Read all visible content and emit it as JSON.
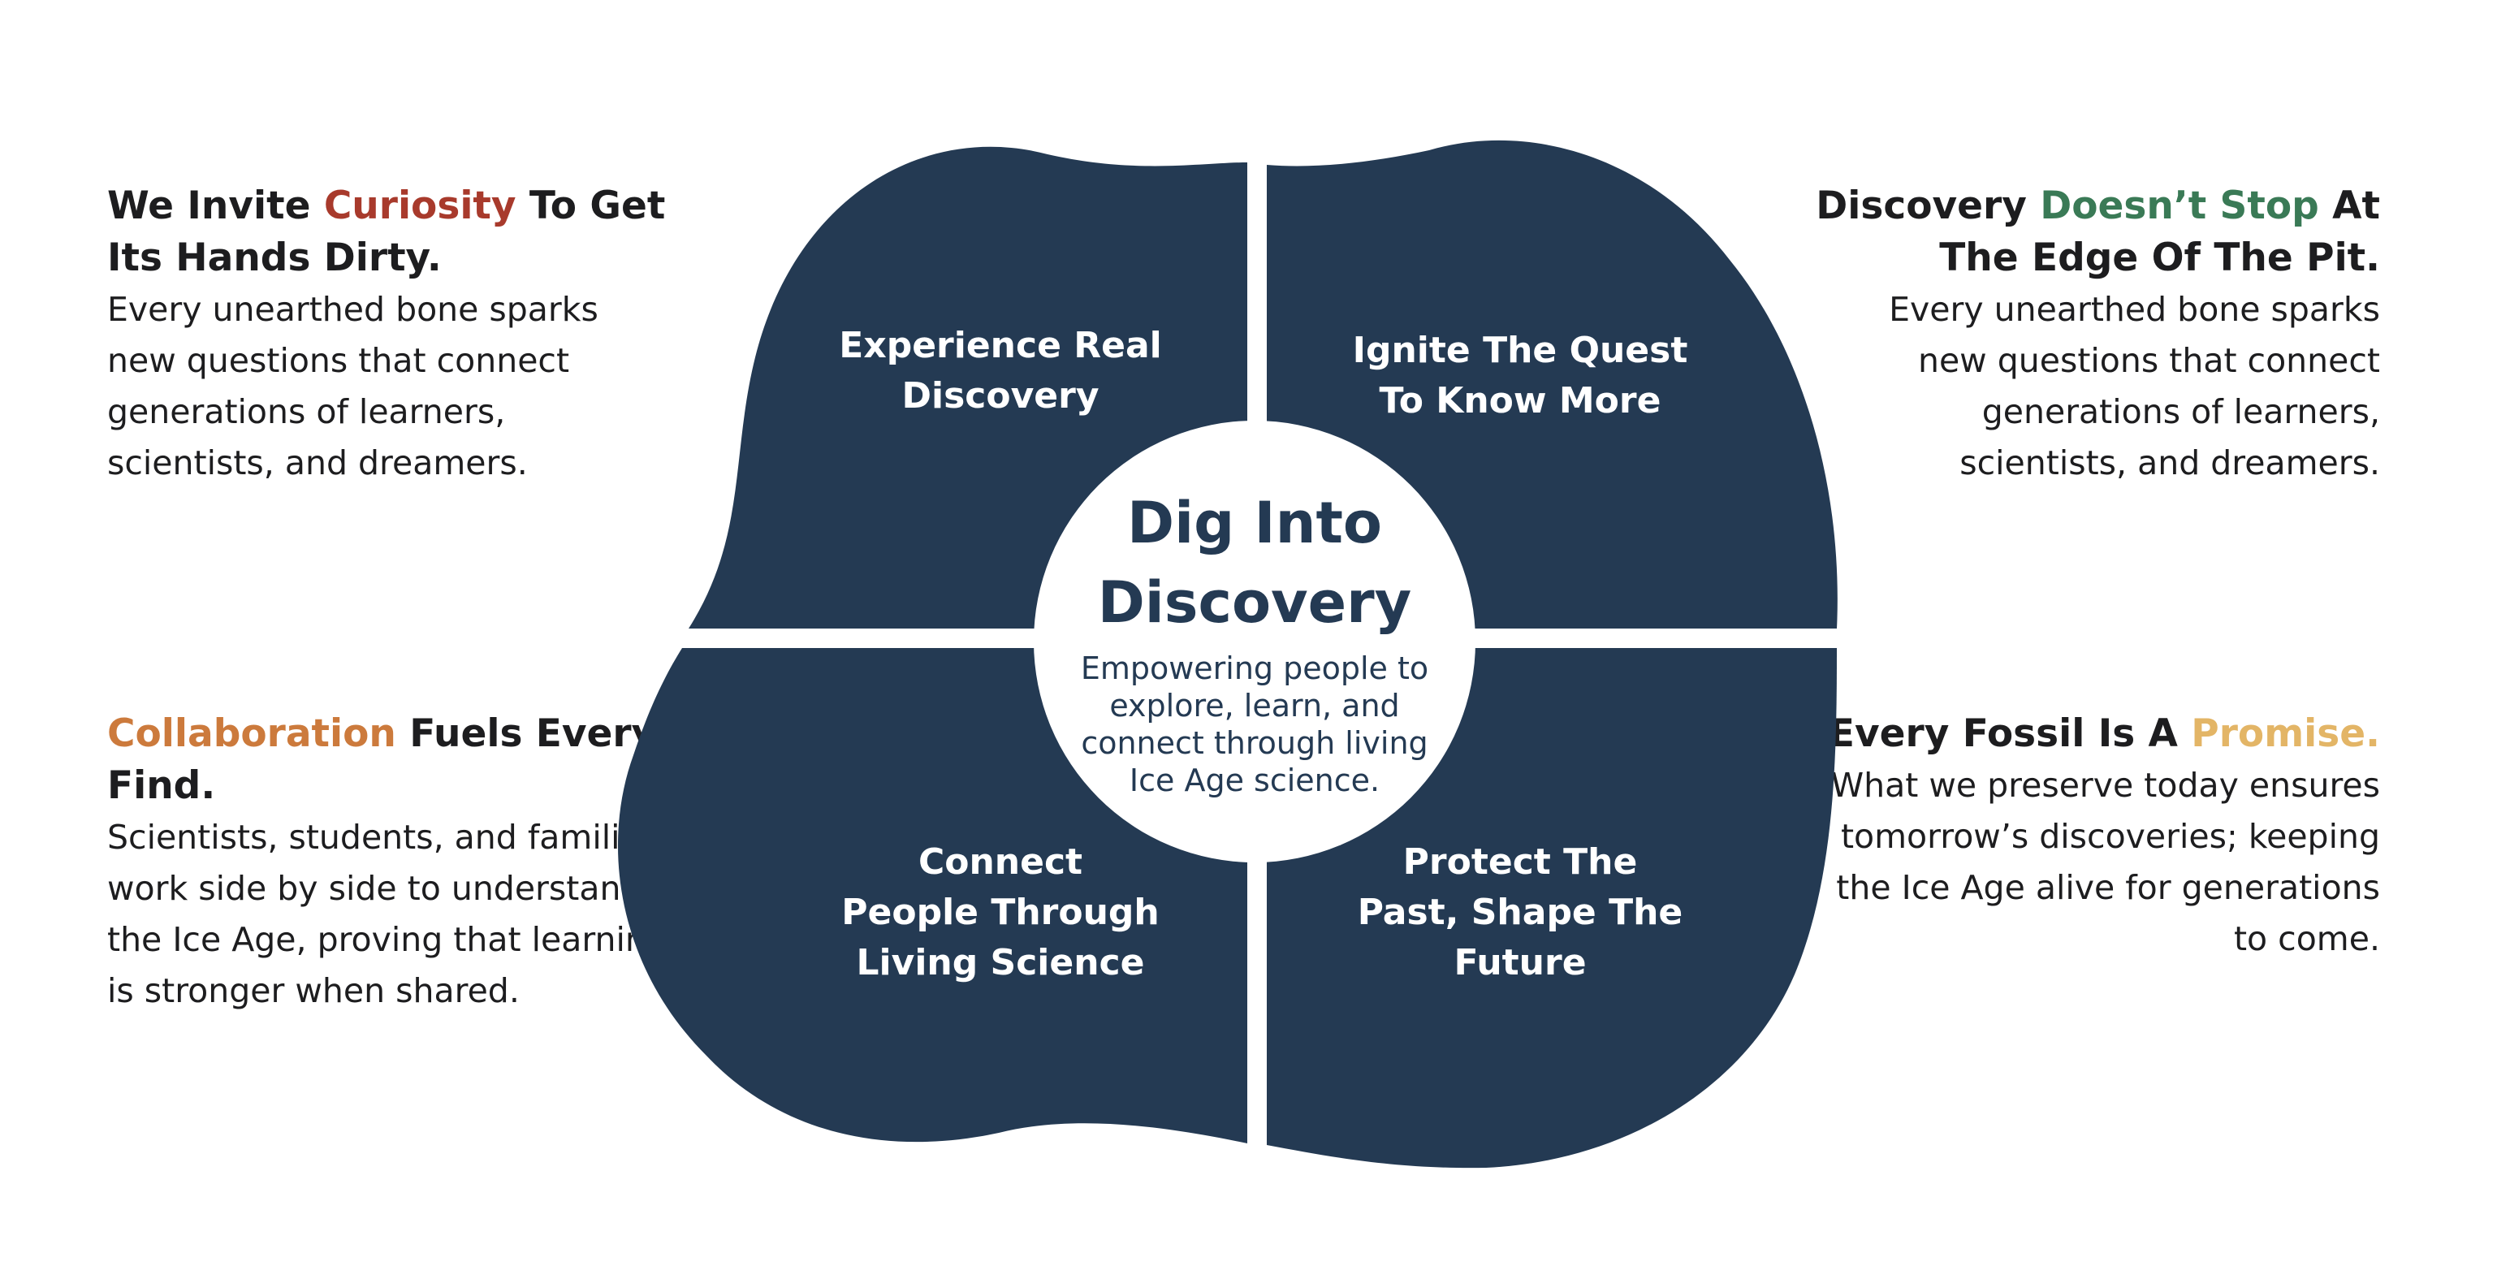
{
  "colors": {
    "navy": "#243a53",
    "red_accent": "#a83a2c",
    "green_accent": "#3a7a56",
    "orange_accent": "#cc7a3c",
    "gold_accent": "#e3b566",
    "text": "#1d1d1f"
  },
  "top_left": {
    "heading_pre": "We Invite ",
    "heading_accent": "Curiosity",
    "heading_post": " To Get Its Hands Dirty.",
    "body": "Every unearthed bone sparks new questions that connect generations of learners, scientists, and dreamers."
  },
  "top_right": {
    "heading_pre": "Discovery ",
    "heading_accent": "Doesn’t Stop",
    "heading_post": " At The Edge Of The Pit.",
    "body": "Every unearthed bone sparks new questions that connect generations of learners, scientists, and dreamers."
  },
  "bottom_left": {
    "heading_accent": "Collaboration",
    "heading_post": " Fuels Every Find.",
    "body": "Scientists, students, and families work side by side to understand the Ice Age, proving that learning is stronger when shared."
  },
  "bottom_right": {
    "heading_pre": "Every Fossil Is A ",
    "heading_accent": "Promise.",
    "body": "What we preserve today ensures tomorrow’s discoveries; keeping the Ice Age alive for generations to come."
  },
  "diagram": {
    "center_title_line1": "Dig Into",
    "center_title_line2": "Discovery",
    "center_sub_line1": "Empowering people to",
    "center_sub_line2": "explore, learn, and",
    "center_sub_line3": "connect through living",
    "center_sub_line4": "Ice Age science.",
    "quadrant_tl_line1": "Experience Real",
    "quadrant_tl_line2": "Discovery",
    "quadrant_tr_line1": "Ignite The Quest",
    "quadrant_tr_line2": "To Know More",
    "quadrant_bl_line1": "Connect",
    "quadrant_bl_line2": "People Through",
    "quadrant_bl_line3": "Living Science",
    "quadrant_br_line1": "Protect The",
    "quadrant_br_line2": "Past, Shape The",
    "quadrant_br_line3": "Future"
  }
}
